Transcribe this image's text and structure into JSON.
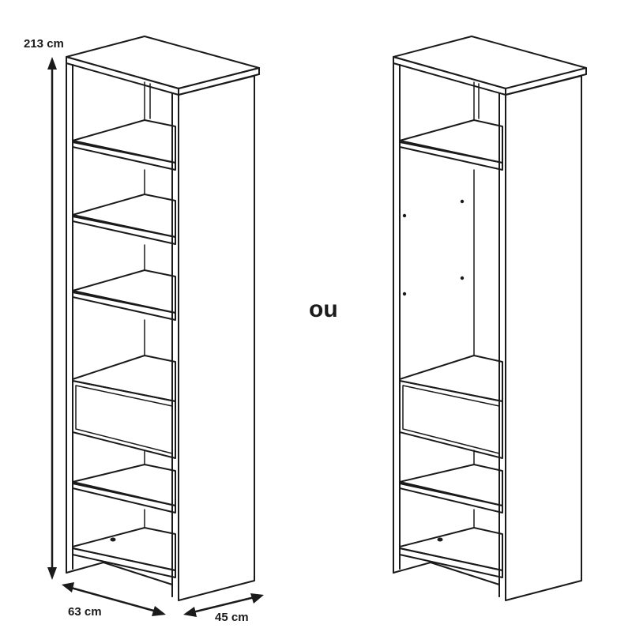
{
  "dimensions": {
    "height": "213 cm",
    "width": "63 cm",
    "depth": "45 cm"
  },
  "separator": "ou"
}
